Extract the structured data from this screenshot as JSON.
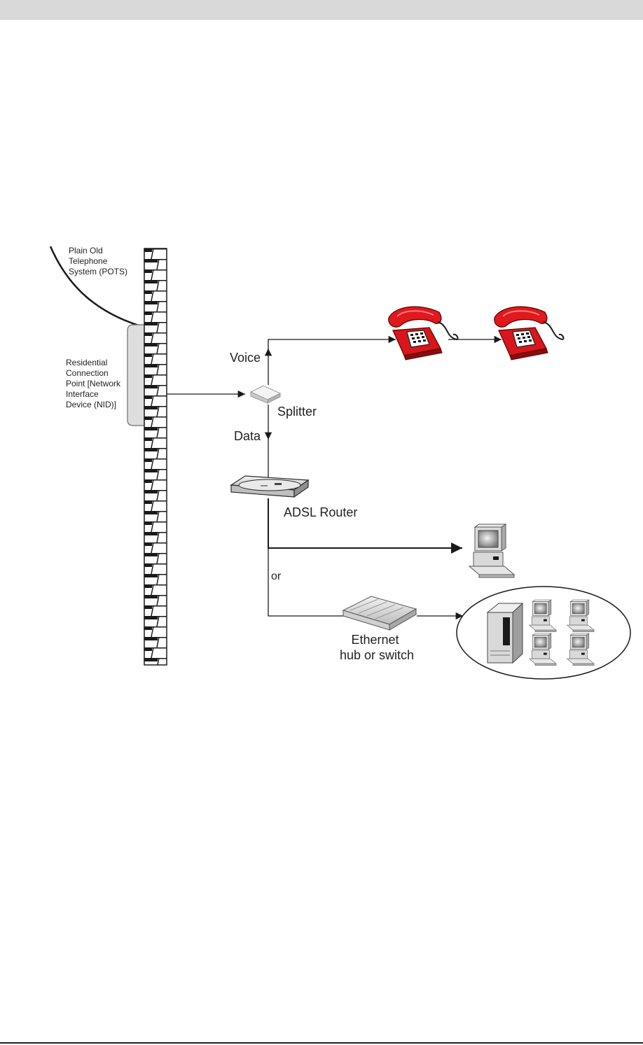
{
  "labels": {
    "pots": [
      "Plain Old",
      "Telephone",
      "System (POTS)"
    ],
    "nid": [
      "Residential",
      "Connection",
      "Point [Network",
      "Interface",
      "Device (NID)]"
    ],
    "voice": "Voice",
    "splitter": "Splitter",
    "data": "Data",
    "router": "ADSL Router",
    "or": "or",
    "hub": [
      "Ethernet",
      "hub or switch"
    ]
  },
  "colors": {
    "phone": "#d8161b",
    "wall": "#1a1a1a",
    "line": "#1a1a1a",
    "nid_box": "#dedede",
    "top_bar": "#d9d9d9"
  },
  "icons": [
    "wall-icon",
    "splitter-icon",
    "telephone-icon",
    "adsl-router-icon",
    "computer-icon",
    "ethernet-hub-icon",
    "server-icon"
  ]
}
